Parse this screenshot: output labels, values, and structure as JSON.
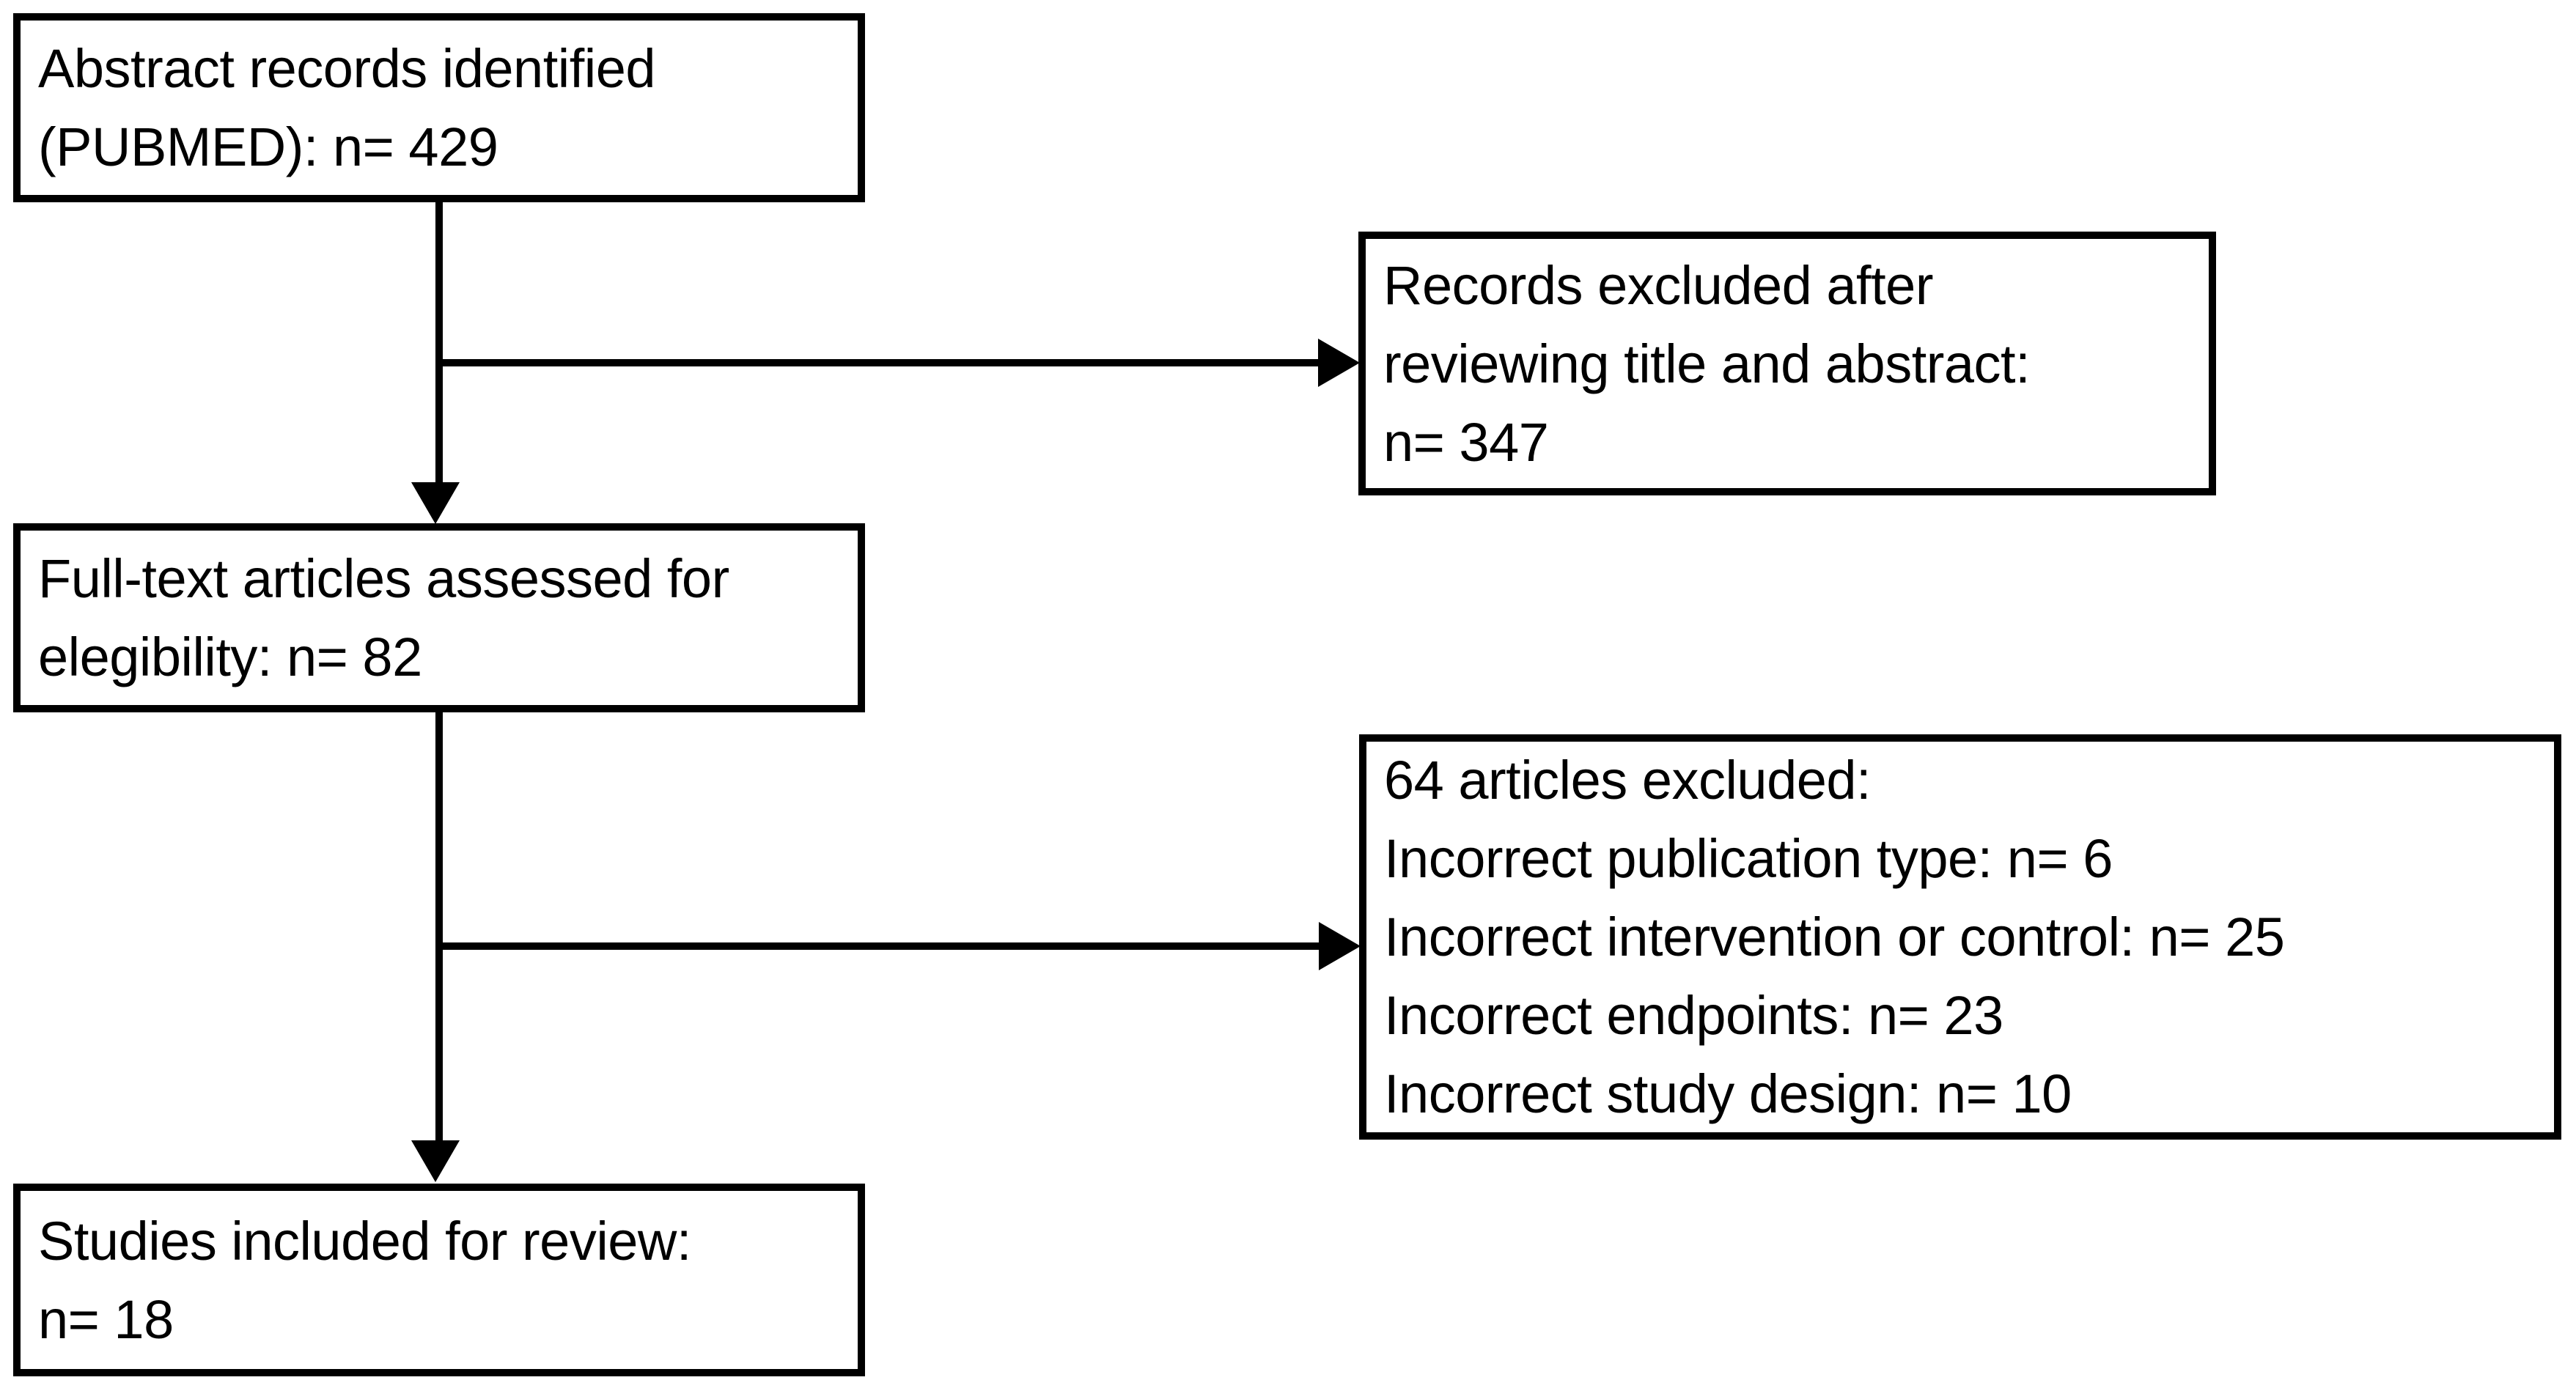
{
  "diagram": {
    "title": "PRISMA study selection flow diagram",
    "colors": {
      "box_border": "#000000",
      "box_fill": "#ffffff",
      "connector": "#000000",
      "text": "#000000",
      "background": "#ffffff"
    },
    "nodes": [
      {
        "id": "identified",
        "name": "abstract-records-identified",
        "lines": [
          "Abstract records identified",
          "(PUBMED): n= 429"
        ],
        "count": 429,
        "source": "PUBMED"
      },
      {
        "id": "excluded_title_abstract",
        "name": "records-excluded-title-abstract",
        "lines": [
          "Records excluded after",
          "reviewing title and abstract:",
          "n= 347"
        ],
        "count": 347
      },
      {
        "id": "fulltext_assessed",
        "name": "full-text-articles-assessed",
        "lines": [
          "Full-text articles assessed for",
          "elegibility: n= 82"
        ],
        "count": 82
      },
      {
        "id": "excluded_fulltext",
        "name": "articles-excluded-with-reasons",
        "lines": [
          "64 articles excluded:",
          "Incorrect publication type: n= 6",
          "Incorrect intervention or control: n= 25",
          "Incorrect endpoints: n= 23",
          "Incorrect study design: n= 10"
        ],
        "count": 64,
        "reasons": [
          {
            "reason": "Incorrect publication type",
            "n": 6
          },
          {
            "reason": "Incorrect intervention or control",
            "n": 25
          },
          {
            "reason": "Incorrect endpoints",
            "n": 23
          },
          {
            "reason": "Incorrect study design",
            "n": 10
          }
        ]
      },
      {
        "id": "included",
        "name": "studies-included-for-review",
        "lines": [
          "Studies included for review:",
          "n= 18"
        ],
        "count": 18
      }
    ],
    "connectors": [
      {
        "id": "c1",
        "from": "identified",
        "to": "fulltext_assessed",
        "direction": "down"
      },
      {
        "id": "c2",
        "from": "identified",
        "to": "excluded_title_abstract",
        "direction": "right"
      },
      {
        "id": "c3",
        "from": "fulltext_assessed",
        "to": "included",
        "direction": "down"
      },
      {
        "id": "c4",
        "from": "fulltext_assessed",
        "to": "excluded_fulltext",
        "direction": "right"
      }
    ]
  }
}
